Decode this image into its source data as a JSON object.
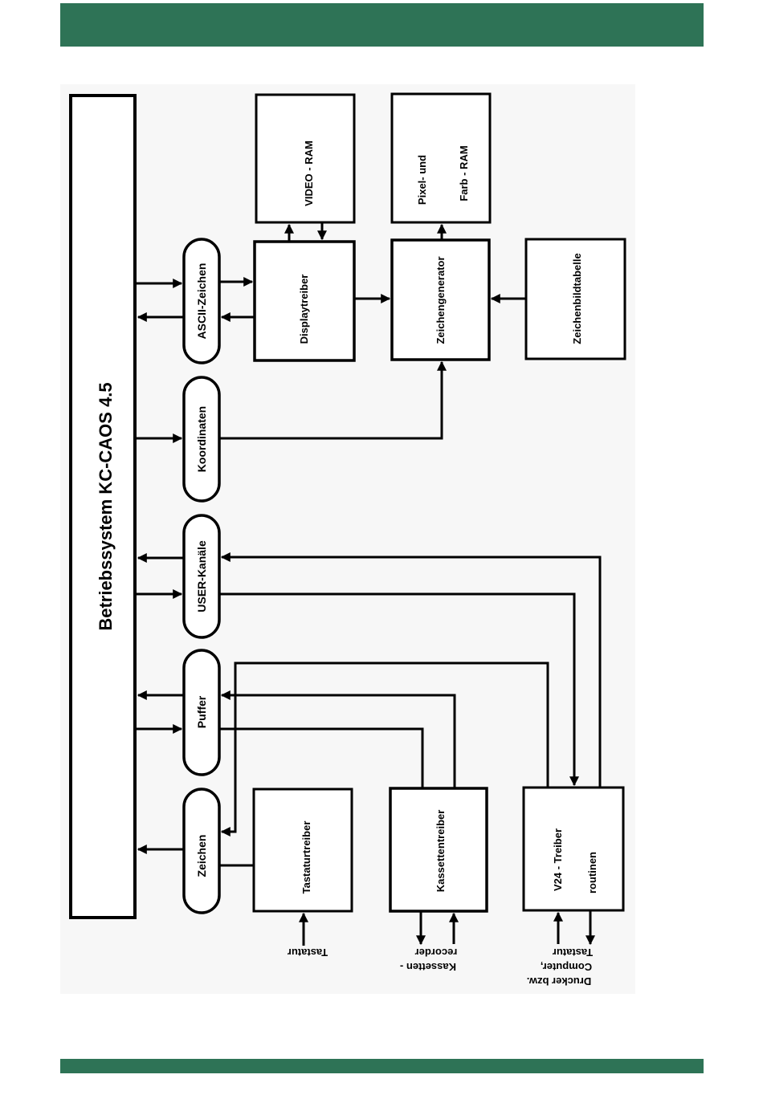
{
  "colors": {
    "band": "#2e7356",
    "ink": "#000000",
    "paper": "#ffffff"
  },
  "diagram": {
    "system_title": "Betriebssystem KC-CAOS 4.5",
    "channels": {
      "ascii": "ASCII-Zeichen",
      "koordinaten": "Koordinaten",
      "user": "USER-Kanäle",
      "puffer": "Puffer",
      "zeichen": "Zeichen"
    },
    "modules": {
      "video_ram": "VIDEO - RAM",
      "pixel_ram_line1": "Pixel- und",
      "pixel_ram_line2": "Farb - RAM",
      "displaytreiber": "Displaytreiber",
      "zeichengenerator": "Zeichengenerator",
      "zeichenbildtabelle": "Zeichenbildtabelle",
      "tastaturtreiber": "Tastaturtreiber",
      "kassettentreiber": "Kassettentreiber",
      "v24_line1": "V24 - Treiber",
      "v24_line2": "routinen"
    },
    "devices": {
      "tastatur": "Tastatur",
      "kassette_line1": "Kassetten -",
      "kassette_line2": "recorder",
      "drucker_line1": "Drucker bzw.",
      "drucker_line2": "Computer,",
      "drucker_line3": "Tastatur"
    }
  }
}
